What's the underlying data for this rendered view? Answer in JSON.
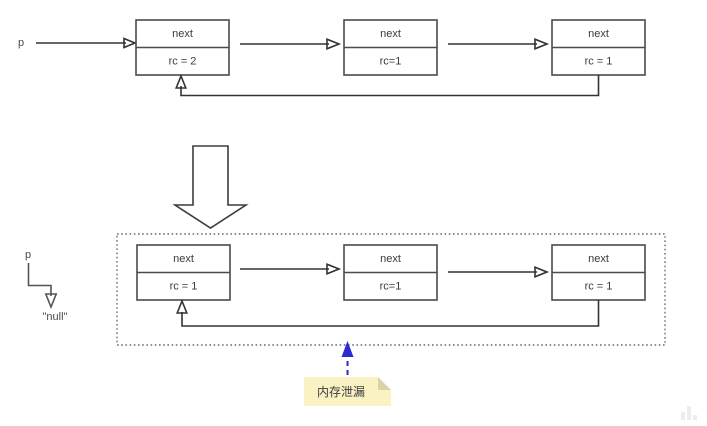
{
  "diagram": {
    "title": "reference-counting-cycle-memory-leak",
    "colors": {
      "box_stroke": "#4a4a4a",
      "link": "#333333",
      "dotted_region": "#6b6b6b",
      "note_fill": "#fbf2c4",
      "note_fold": "#d8d2a4",
      "blue_arrow": "#2a2ad0",
      "text": "#3a3a3a",
      "background": "#ffffff"
    },
    "top_section": {
      "pointer_label": "p",
      "nodes": [
        {
          "next_label": "next",
          "rc_label": "rc = 2"
        },
        {
          "next_label": "next",
          "rc_label": "rc=1"
        },
        {
          "next_label": "next",
          "rc_label": "rc = 1"
        }
      ]
    },
    "transition": {
      "icon": "down-arrow-icon"
    },
    "bottom_section": {
      "pointer_label": "p",
      "pointer_target_label": "\"null\"",
      "nodes": [
        {
          "next_label": "next",
          "rc_label": "rc = 1"
        },
        {
          "next_label": "next",
          "rc_label": "rc=1"
        },
        {
          "next_label": "next",
          "rc_label": "rc = 1"
        }
      ]
    },
    "note": {
      "text": "内存泄漏"
    }
  }
}
